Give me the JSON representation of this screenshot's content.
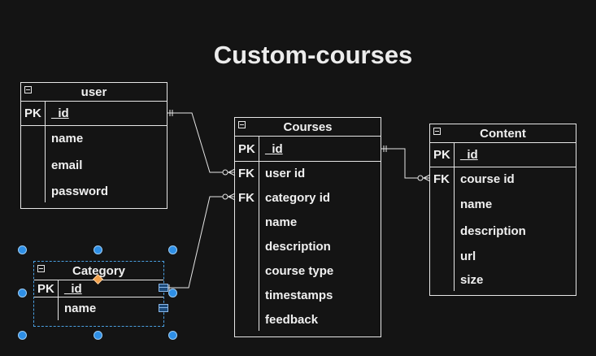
{
  "diagram": {
    "title": "Custom-courses"
  },
  "entities": {
    "user": {
      "name": "user",
      "pk": {
        "key": "PK",
        "field": "_id"
      },
      "fields": [
        "name",
        "email",
        "password"
      ]
    },
    "courses": {
      "name": "Courses",
      "pk": {
        "key": "PK",
        "field": "_id"
      },
      "fields": [
        {
          "key": "FK",
          "field": "user id"
        },
        {
          "key": "FK",
          "field": "category id"
        },
        {
          "key": "",
          "field": "name"
        },
        {
          "key": "",
          "field": "description"
        },
        {
          "key": "",
          "field": "course type"
        },
        {
          "key": "",
          "field": "timestamps"
        },
        {
          "key": "",
          "field": "feedback"
        }
      ]
    },
    "content": {
      "name": "Content",
      "pk": {
        "key": "PK",
        "field": "_id"
      },
      "fields": [
        {
          "key": "FK",
          "field": "course id"
        },
        {
          "key": "",
          "field": "name"
        },
        {
          "key": "",
          "field": "description"
        },
        {
          "key": "",
          "field": "url"
        },
        {
          "key": "",
          "field": "size"
        }
      ]
    },
    "category": {
      "name": "Category",
      "pk": {
        "key": "PK",
        "field": "_id"
      },
      "fields": [
        "name"
      ]
    }
  },
  "relationships": [
    {
      "from": "user._id",
      "to": "Courses.user id",
      "from_cardinality": "one",
      "to_cardinality": "zero-or-many"
    },
    {
      "from": "Category._id",
      "to": "Courses.category id",
      "from_cardinality": "one",
      "to_cardinality": "zero-or-many"
    },
    {
      "from": "Courses._id",
      "to": "Content.course id",
      "from_cardinality": "one",
      "to_cardinality": "zero-or-many"
    }
  ],
  "colors": {
    "background": "#141414",
    "stroke": "#e6e6e6",
    "selection": "#2e8fe6",
    "handle_accent": "#f2a04a"
  }
}
